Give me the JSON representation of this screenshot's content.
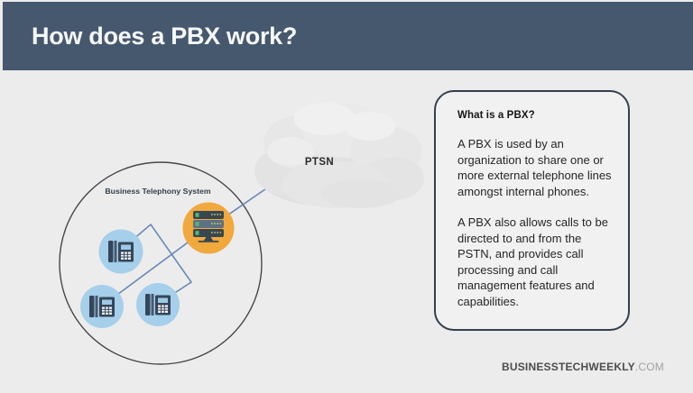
{
  "header": {
    "title": "How does a PBX work?",
    "bg_color": "#46586e",
    "text_color": "#f7f8fa"
  },
  "diagram": {
    "system_label": "Business Telephony System",
    "cloud_label": "PTSN",
    "node_types": [
      "desk-phone",
      "desk-phone",
      "desk-phone",
      "pbx-server"
    ],
    "colors": {
      "phone_circle": "#a5cfea",
      "server_circle": "#f1a83d",
      "connector_line": "#6789b8",
      "system_outline": "#474747",
      "icon_navy": "#35465a",
      "led_green": "#53b87f"
    }
  },
  "info_box": {
    "heading": "What is a PBX?",
    "paragraphs": [
      "A PBX is used by an organization to share one or more external telephone lines amongst internal phones.",
      "A PBX also allows calls to be directed to and from the PSTN, and provides call processing and call management features and capabilities."
    ]
  },
  "footer": {
    "brand": "BUSINESSTECHWEEKLY",
    "domain": ".COM"
  }
}
